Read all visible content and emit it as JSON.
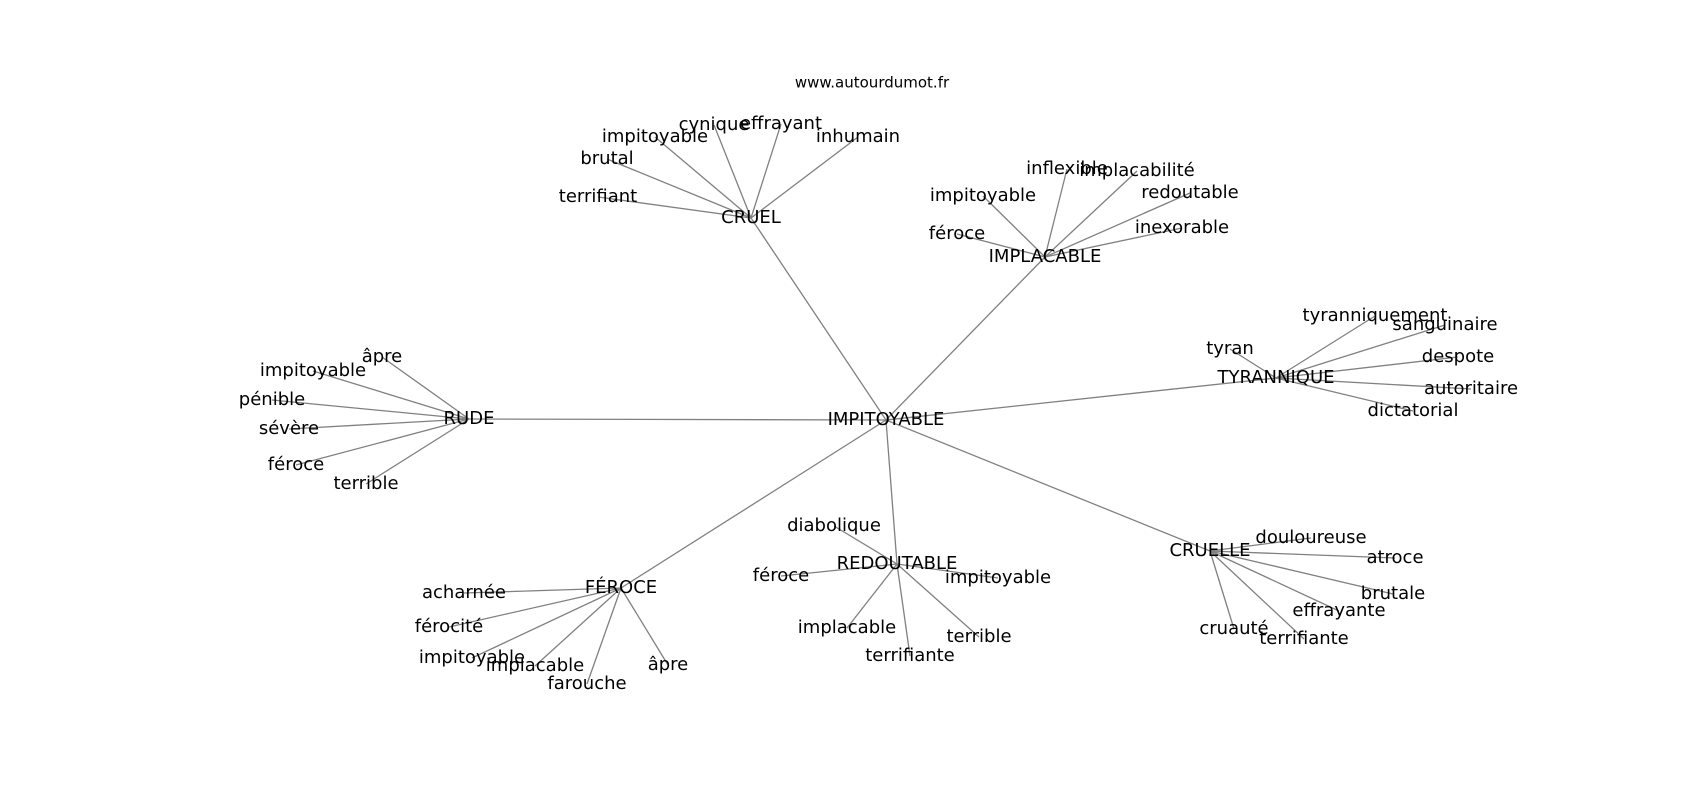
{
  "site": "www.autourdumot.fr",
  "graph": {
    "nodes": [
      {
        "id": "impitoyable_c",
        "label": "IMPITOYABLE"
      },
      {
        "id": "cruel",
        "label": "CRUEL"
      },
      {
        "id": "implacable",
        "label": "IMPLACABLE"
      },
      {
        "id": "tyrannique",
        "label": "TYRANNIQUE"
      },
      {
        "id": "rude",
        "label": "RUDE"
      },
      {
        "id": "feroce",
        "label": "FÉROCE"
      },
      {
        "id": "redoutable",
        "label": "REDOUTABLE"
      },
      {
        "id": "cruelle",
        "label": "CRUELLE"
      },
      {
        "id": "cr_cynique",
        "label": "cynique"
      },
      {
        "id": "cr_effrayant",
        "label": "effrayant"
      },
      {
        "id": "cr_impitoyable",
        "label": "impitoyable"
      },
      {
        "id": "cr_inhumain",
        "label": "inhumain"
      },
      {
        "id": "cr_brutal",
        "label": "brutal"
      },
      {
        "id": "cr_terrifiant",
        "label": "terrifiant"
      },
      {
        "id": "im_inflexible",
        "label": "inflexible"
      },
      {
        "id": "im_implacabilite",
        "label": "implacabilité"
      },
      {
        "id": "im_impitoyable",
        "label": "impitoyable"
      },
      {
        "id": "im_redoutable",
        "label": "redoutable"
      },
      {
        "id": "im_feroce",
        "label": "féroce"
      },
      {
        "id": "im_inexorable",
        "label": "inexorable"
      },
      {
        "id": "ty_tyranniquement",
        "label": "tyranniquement"
      },
      {
        "id": "ty_sanguinaire",
        "label": "sanguinaire"
      },
      {
        "id": "ty_tyran",
        "label": "tyran"
      },
      {
        "id": "ty_despote",
        "label": "despote"
      },
      {
        "id": "ty_autoritaire",
        "label": "autoritaire"
      },
      {
        "id": "ty_dictatorial",
        "label": "dictatorial"
      },
      {
        "id": "ru_apre",
        "label": "âpre"
      },
      {
        "id": "ru_impitoyable",
        "label": "impitoyable"
      },
      {
        "id": "ru_penible",
        "label": "pénible"
      },
      {
        "id": "ru_severe",
        "label": "sévère"
      },
      {
        "id": "ru_feroce",
        "label": "féroce"
      },
      {
        "id": "ru_terrible",
        "label": "terrible"
      },
      {
        "id": "fe_acharnee",
        "label": "acharnée"
      },
      {
        "id": "fe_ferocite",
        "label": "férocité"
      },
      {
        "id": "fe_impitoyable",
        "label": "impitoyable"
      },
      {
        "id": "fe_implacable",
        "label": "implacable"
      },
      {
        "id": "fe_farouche",
        "label": "farouche"
      },
      {
        "id": "fe_apre",
        "label": "âpre"
      },
      {
        "id": "re_diabolique",
        "label": "diabolique"
      },
      {
        "id": "re_feroce",
        "label": "féroce"
      },
      {
        "id": "re_impitoyable",
        "label": "impitoyable"
      },
      {
        "id": "re_implacable",
        "label": "implacable"
      },
      {
        "id": "re_terrible",
        "label": "terrible"
      },
      {
        "id": "re_terrifiante",
        "label": "terrifiante"
      },
      {
        "id": "cl_douloureuse",
        "label": "douloureuse"
      },
      {
        "id": "cl_atroce",
        "label": "atroce"
      },
      {
        "id": "cl_brutale",
        "label": "brutale"
      },
      {
        "id": "cl_effrayante",
        "label": "effrayante"
      },
      {
        "id": "cl_cruaute",
        "label": "cruauté"
      },
      {
        "id": "cl_terrifiante",
        "label": "terrifiante"
      }
    ],
    "edges": [
      [
        "impitoyable_c",
        "cruel"
      ],
      [
        "impitoyable_c",
        "implacable"
      ],
      [
        "impitoyable_c",
        "tyrannique"
      ],
      [
        "impitoyable_c",
        "rude"
      ],
      [
        "impitoyable_c",
        "feroce"
      ],
      [
        "impitoyable_c",
        "redoutable"
      ],
      [
        "impitoyable_c",
        "cruelle"
      ],
      [
        "cruel",
        "cr_cynique"
      ],
      [
        "cruel",
        "cr_effrayant"
      ],
      [
        "cruel",
        "cr_impitoyable"
      ],
      [
        "cruel",
        "cr_inhumain"
      ],
      [
        "cruel",
        "cr_brutal"
      ],
      [
        "cruel",
        "cr_terrifiant"
      ],
      [
        "implacable",
        "im_inflexible"
      ],
      [
        "implacable",
        "im_implacabilite"
      ],
      [
        "implacable",
        "im_impitoyable"
      ],
      [
        "implacable",
        "im_redoutable"
      ],
      [
        "implacable",
        "im_feroce"
      ],
      [
        "implacable",
        "im_inexorable"
      ],
      [
        "tyrannique",
        "ty_tyranniquement"
      ],
      [
        "tyrannique",
        "ty_sanguinaire"
      ],
      [
        "tyrannique",
        "ty_tyran"
      ],
      [
        "tyrannique",
        "ty_despote"
      ],
      [
        "tyrannique",
        "ty_autoritaire"
      ],
      [
        "tyrannique",
        "ty_dictatorial"
      ],
      [
        "rude",
        "ru_apre"
      ],
      [
        "rude",
        "ru_impitoyable"
      ],
      [
        "rude",
        "ru_penible"
      ],
      [
        "rude",
        "ru_severe"
      ],
      [
        "rude",
        "ru_feroce"
      ],
      [
        "rude",
        "ru_terrible"
      ],
      [
        "feroce",
        "fe_acharnee"
      ],
      [
        "feroce",
        "fe_ferocite"
      ],
      [
        "feroce",
        "fe_impitoyable"
      ],
      [
        "feroce",
        "fe_implacable"
      ],
      [
        "feroce",
        "fe_farouche"
      ],
      [
        "feroce",
        "fe_apre"
      ],
      [
        "redoutable",
        "re_diabolique"
      ],
      [
        "redoutable",
        "re_feroce"
      ],
      [
        "redoutable",
        "re_impitoyable"
      ],
      [
        "redoutable",
        "re_implacable"
      ],
      [
        "redoutable",
        "re_terrible"
      ],
      [
        "redoutable",
        "re_terrifiante"
      ],
      [
        "cruelle",
        "cl_douloureuse"
      ],
      [
        "cruelle",
        "cl_atroce"
      ],
      [
        "cruelle",
        "cl_brutale"
      ],
      [
        "cruelle",
        "cl_effrayante"
      ],
      [
        "cruelle",
        "cl_cruaute"
      ],
      [
        "cruelle",
        "cl_terrifiante"
      ]
    ]
  }
}
